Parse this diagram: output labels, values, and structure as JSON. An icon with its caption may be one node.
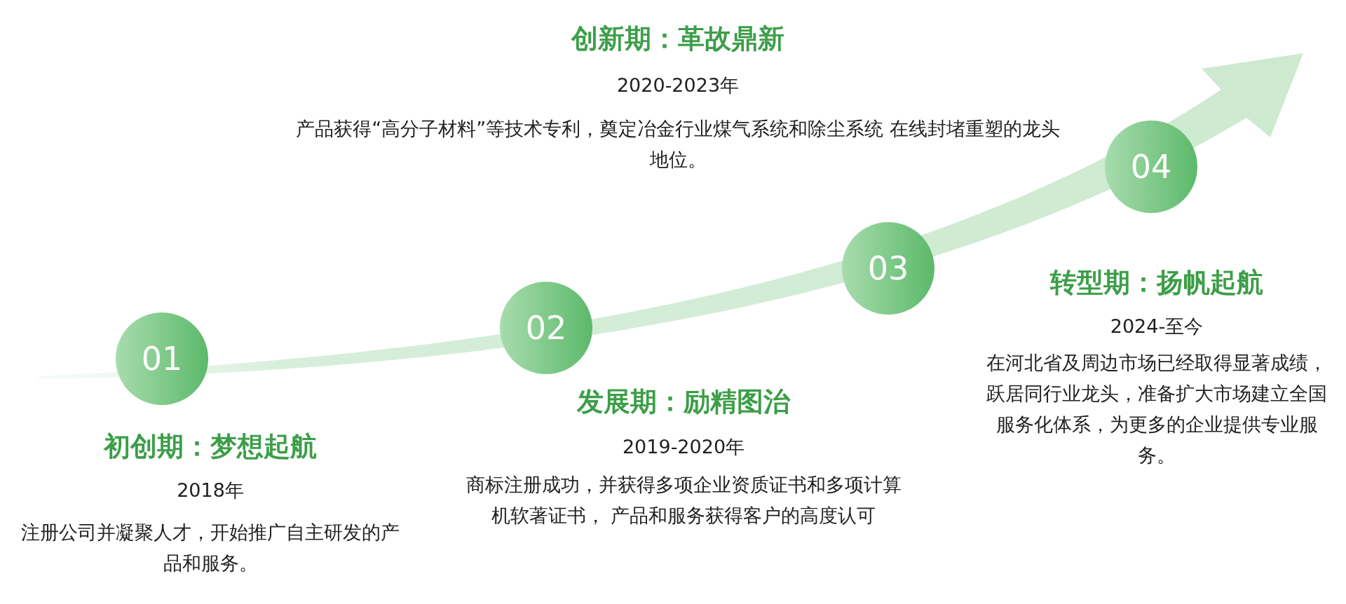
{
  "diagram": {
    "nodes": [
      {
        "text": [
          "01"
        ],
        "beside": [
          "初创期：梦想起航",
          "2018年",
          "注册公司并凝聚人才，开始推广自主研发的产品和服务。"
        ]
      },
      {
        "text": [
          "02"
        ],
        "beside": [
          "发展期：励精图治",
          "2019-2020年",
          "商标注册成功，并获得多项企业资质证书和多项计算机软著证书， 产品和服务获得客户的高度认可"
        ]
      },
      {
        "text": [
          "03"
        ],
        "beside": [
          "创新期：革故鼎新",
          "2020-2023年",
          "产品获得“高分子材料”等技术专利，奠定冶金行业煤气系统和除尘系统 在线封堵重塑的龙头地位。"
        ]
      },
      {
        "text": [
          "04"
        ],
        "beside": [
          "转型期：扬帆起航",
          "2024-至今",
          "在河北省及周边市场已经取得显著成绩，跃居同行业龙头，准备扩大市场建立全国服务化体系，为更多的企业提供专业服务。"
        ]
      }
    ],
    "edges": []
  }
}
